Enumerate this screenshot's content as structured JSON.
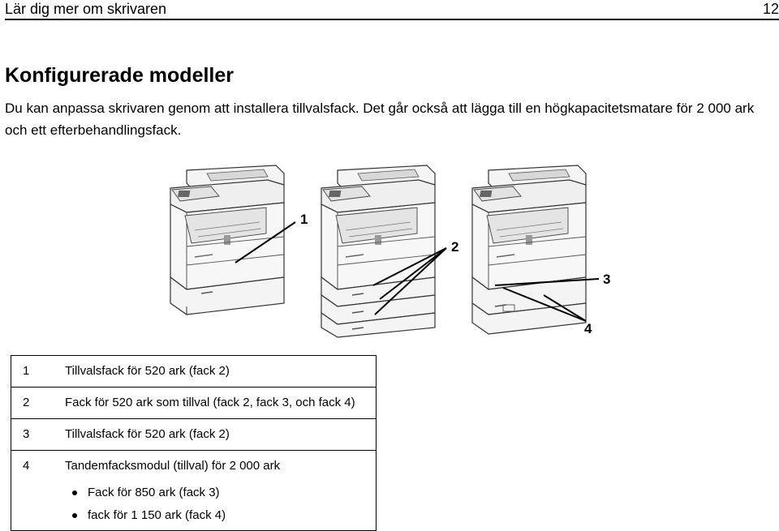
{
  "header": {
    "title": "Lär dig mer om skrivaren",
    "page_number": "12"
  },
  "heading": "Konfigurerade modeller",
  "intro": "Du kan anpassa skrivaren genom att installera tillvalsfack. Det går också att lägga till en högkapacitetsmatare för 2 000 ark och ett efterbehandlingsfack.",
  "figure": {
    "callouts": [
      "1",
      "2",
      "3",
      "4"
    ]
  },
  "legend": [
    {
      "num": "1",
      "text": "Tillvalsfack för 520 ark (fack 2)"
    },
    {
      "num": "2",
      "text": "Fack för 520 ark som tillval (fack 2, fack 3, och fack 4)"
    },
    {
      "num": "3",
      "text": "Tillvalsfack för 520 ark (fack 2)"
    },
    {
      "num": "4",
      "text": "Tandemfacksmodul (tillval) för 2 000 ark",
      "items": [
        "Fack för 850 ark (fack 3)",
        "fack för 1 150 ark (fack 4)"
      ]
    }
  ]
}
